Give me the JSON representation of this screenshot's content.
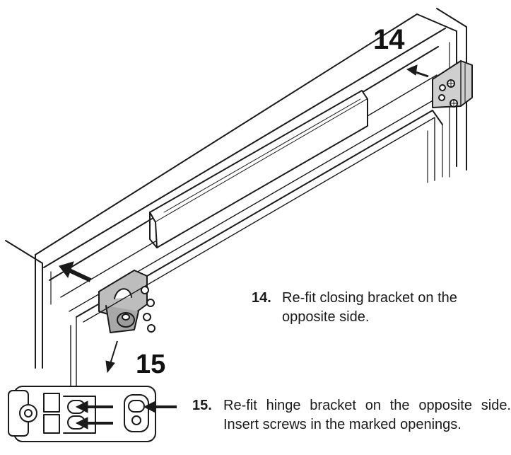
{
  "labels": {
    "step14": "14",
    "step15": "15"
  },
  "instructions": [
    {
      "number": "14.",
      "text": "Re-fit closing bracket on the opposite side."
    },
    {
      "number": "15.",
      "text": "Re-fit hinge bracket on the opposite side. Insert screws in the marked openings."
    }
  ],
  "colors": {
    "line": "#1a1a1a",
    "bracket_fill": "#b8b8b8",
    "bracket_shade": "#8e8e8e"
  }
}
